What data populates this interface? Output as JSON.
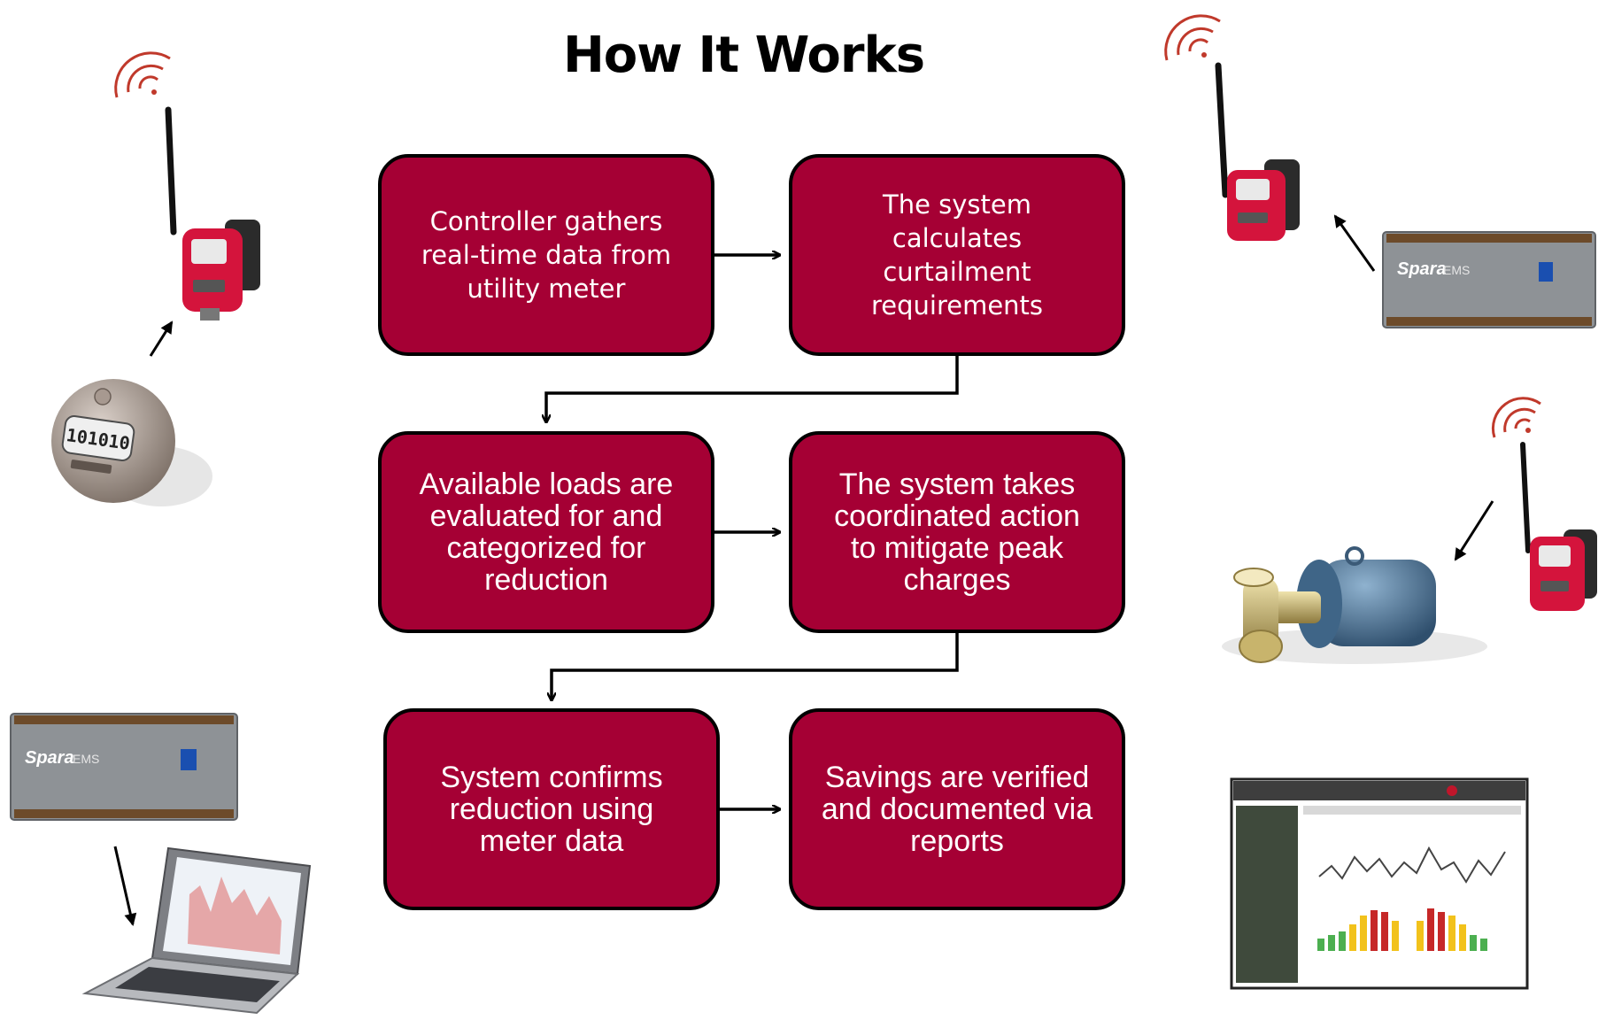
{
  "title": "How It Works",
  "colors": {
    "box_fill": "#a50034",
    "box_border": "#000000",
    "text": "#ffffff",
    "device_red": "#d4143c",
    "controller_gray": "#8e9296"
  },
  "steps": [
    {
      "id": "step-1",
      "text": "Controller gathers\nreal-time data from\nutility meter"
    },
    {
      "id": "step-2",
      "text": "The system calculates\ncurtailment\nrequirements"
    },
    {
      "id": "step-3",
      "text": "Available loads are\nevaluated for and\ncategorized for\nreduction"
    },
    {
      "id": "step-4",
      "text": "The system takes\ncoordinated action\nto mitigate peak\ncharges"
    },
    {
      "id": "step-5",
      "text": "System confirms\nreduction using\nmeter data"
    },
    {
      "id": "step-6",
      "text": "Savings are verified\nand documented via\nreports"
    }
  ],
  "illustrations": {
    "meter_digits": "101010",
    "controller_brand": "Spara",
    "controller_suffix": "EMS",
    "icons": [
      "wireless-node-icon",
      "utility-meter-icon",
      "controller-icon",
      "pump-motor-icon",
      "laptop-icon",
      "report-dashboard-icon"
    ]
  }
}
